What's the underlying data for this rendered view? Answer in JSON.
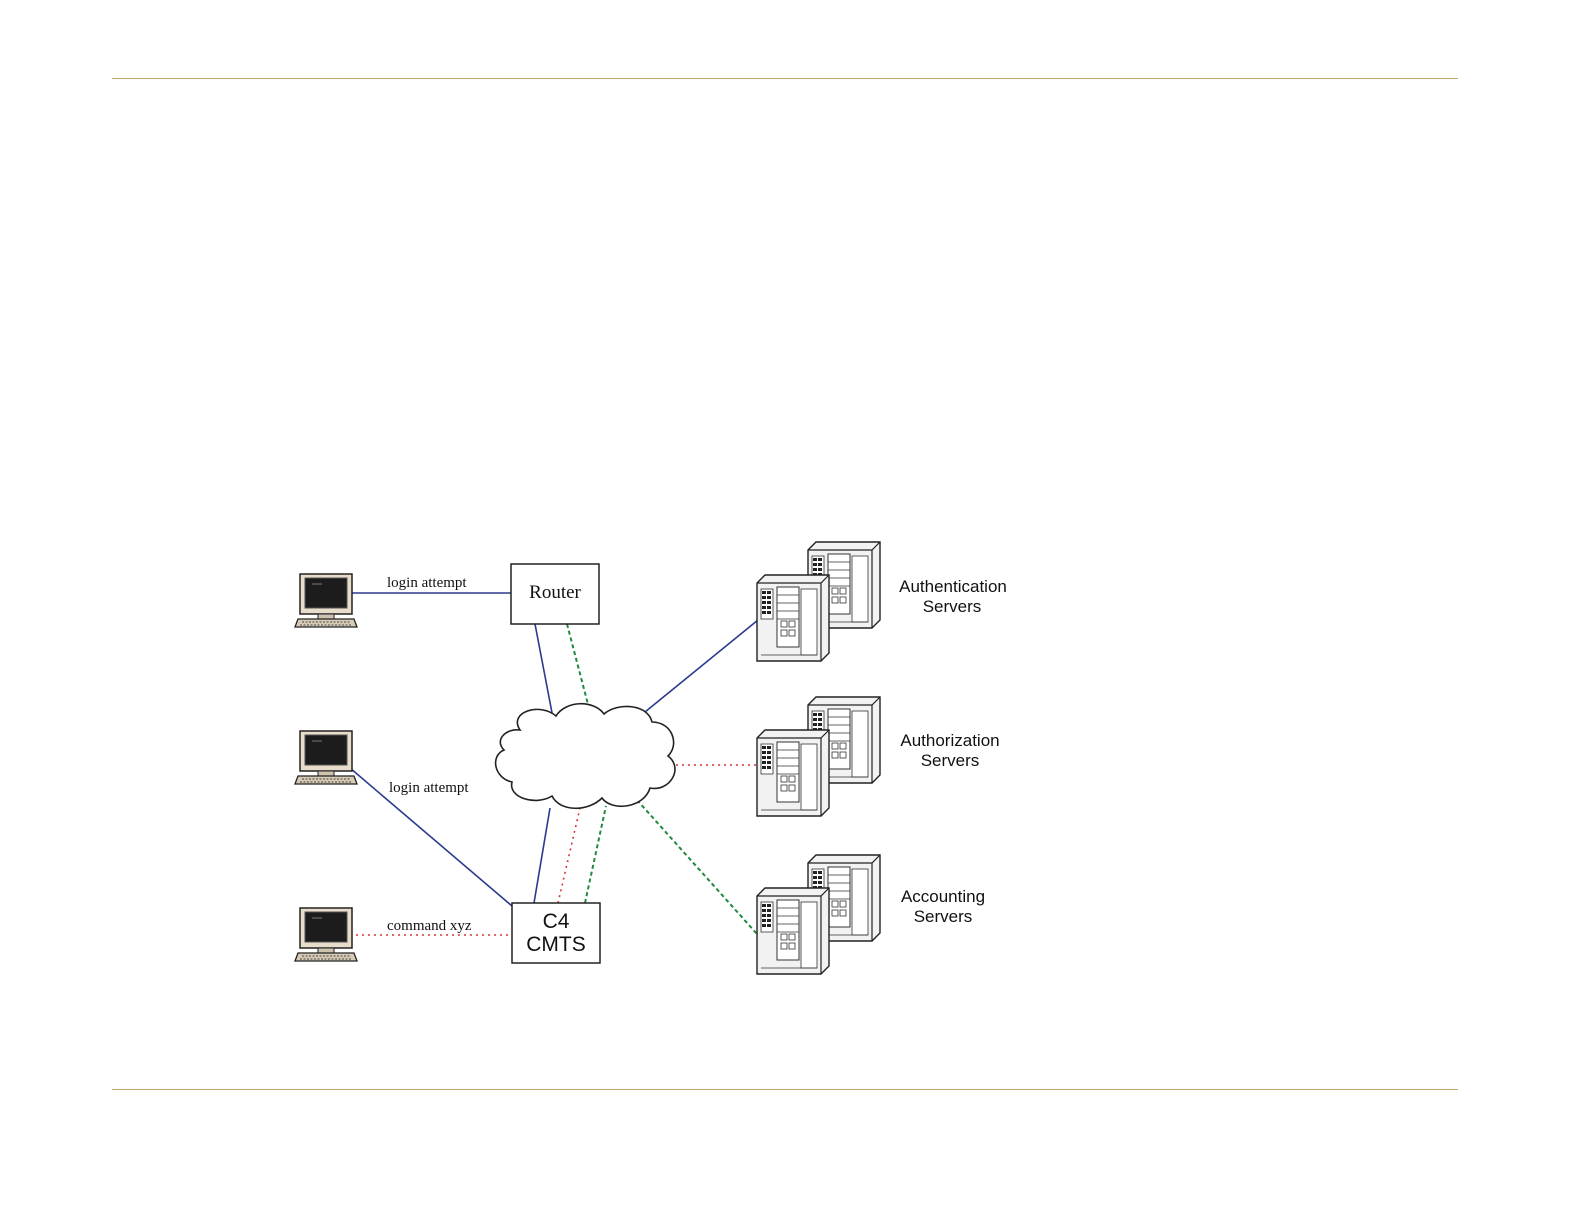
{
  "diagram": {
    "router": {
      "label": "Router"
    },
    "cmts": {
      "line1": "C4",
      "line2": "CMTS"
    },
    "links": {
      "top_workstation": "login attempt",
      "middle_workstation": "login attempt",
      "bottom_workstation": "command xyz"
    },
    "servers": {
      "authentication": {
        "line1": "Authentication",
        "line2": "Servers"
      },
      "authorization": {
        "line1": "Authorization",
        "line2": "Servers"
      },
      "accounting": {
        "line1": "Accounting",
        "line2": "Servers"
      }
    },
    "colors": {
      "login_line": "#2b3a8c",
      "command_line": "#d03a3a",
      "accounting_line": "#1f8a3a",
      "rule": "#c8a56a"
    },
    "icons": [
      "workstation-icon",
      "server-icon",
      "cloud-icon"
    ]
  }
}
